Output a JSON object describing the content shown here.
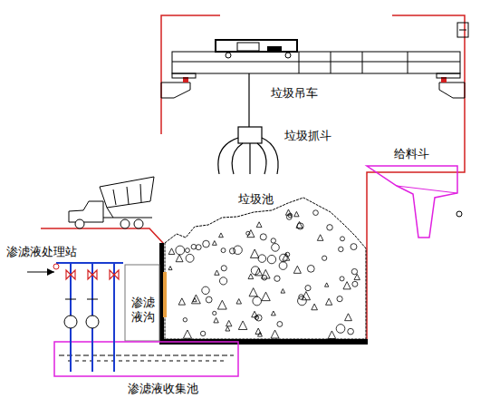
{
  "diagram": {
    "labels": [
      "垃圾吊车",
      "垃圾抓斗",
      "给料斗",
      "垃圾池",
      "渗滤液处理站",
      "渗滤液沟",
      "渗滤液收集池"
    ]
  }
}
